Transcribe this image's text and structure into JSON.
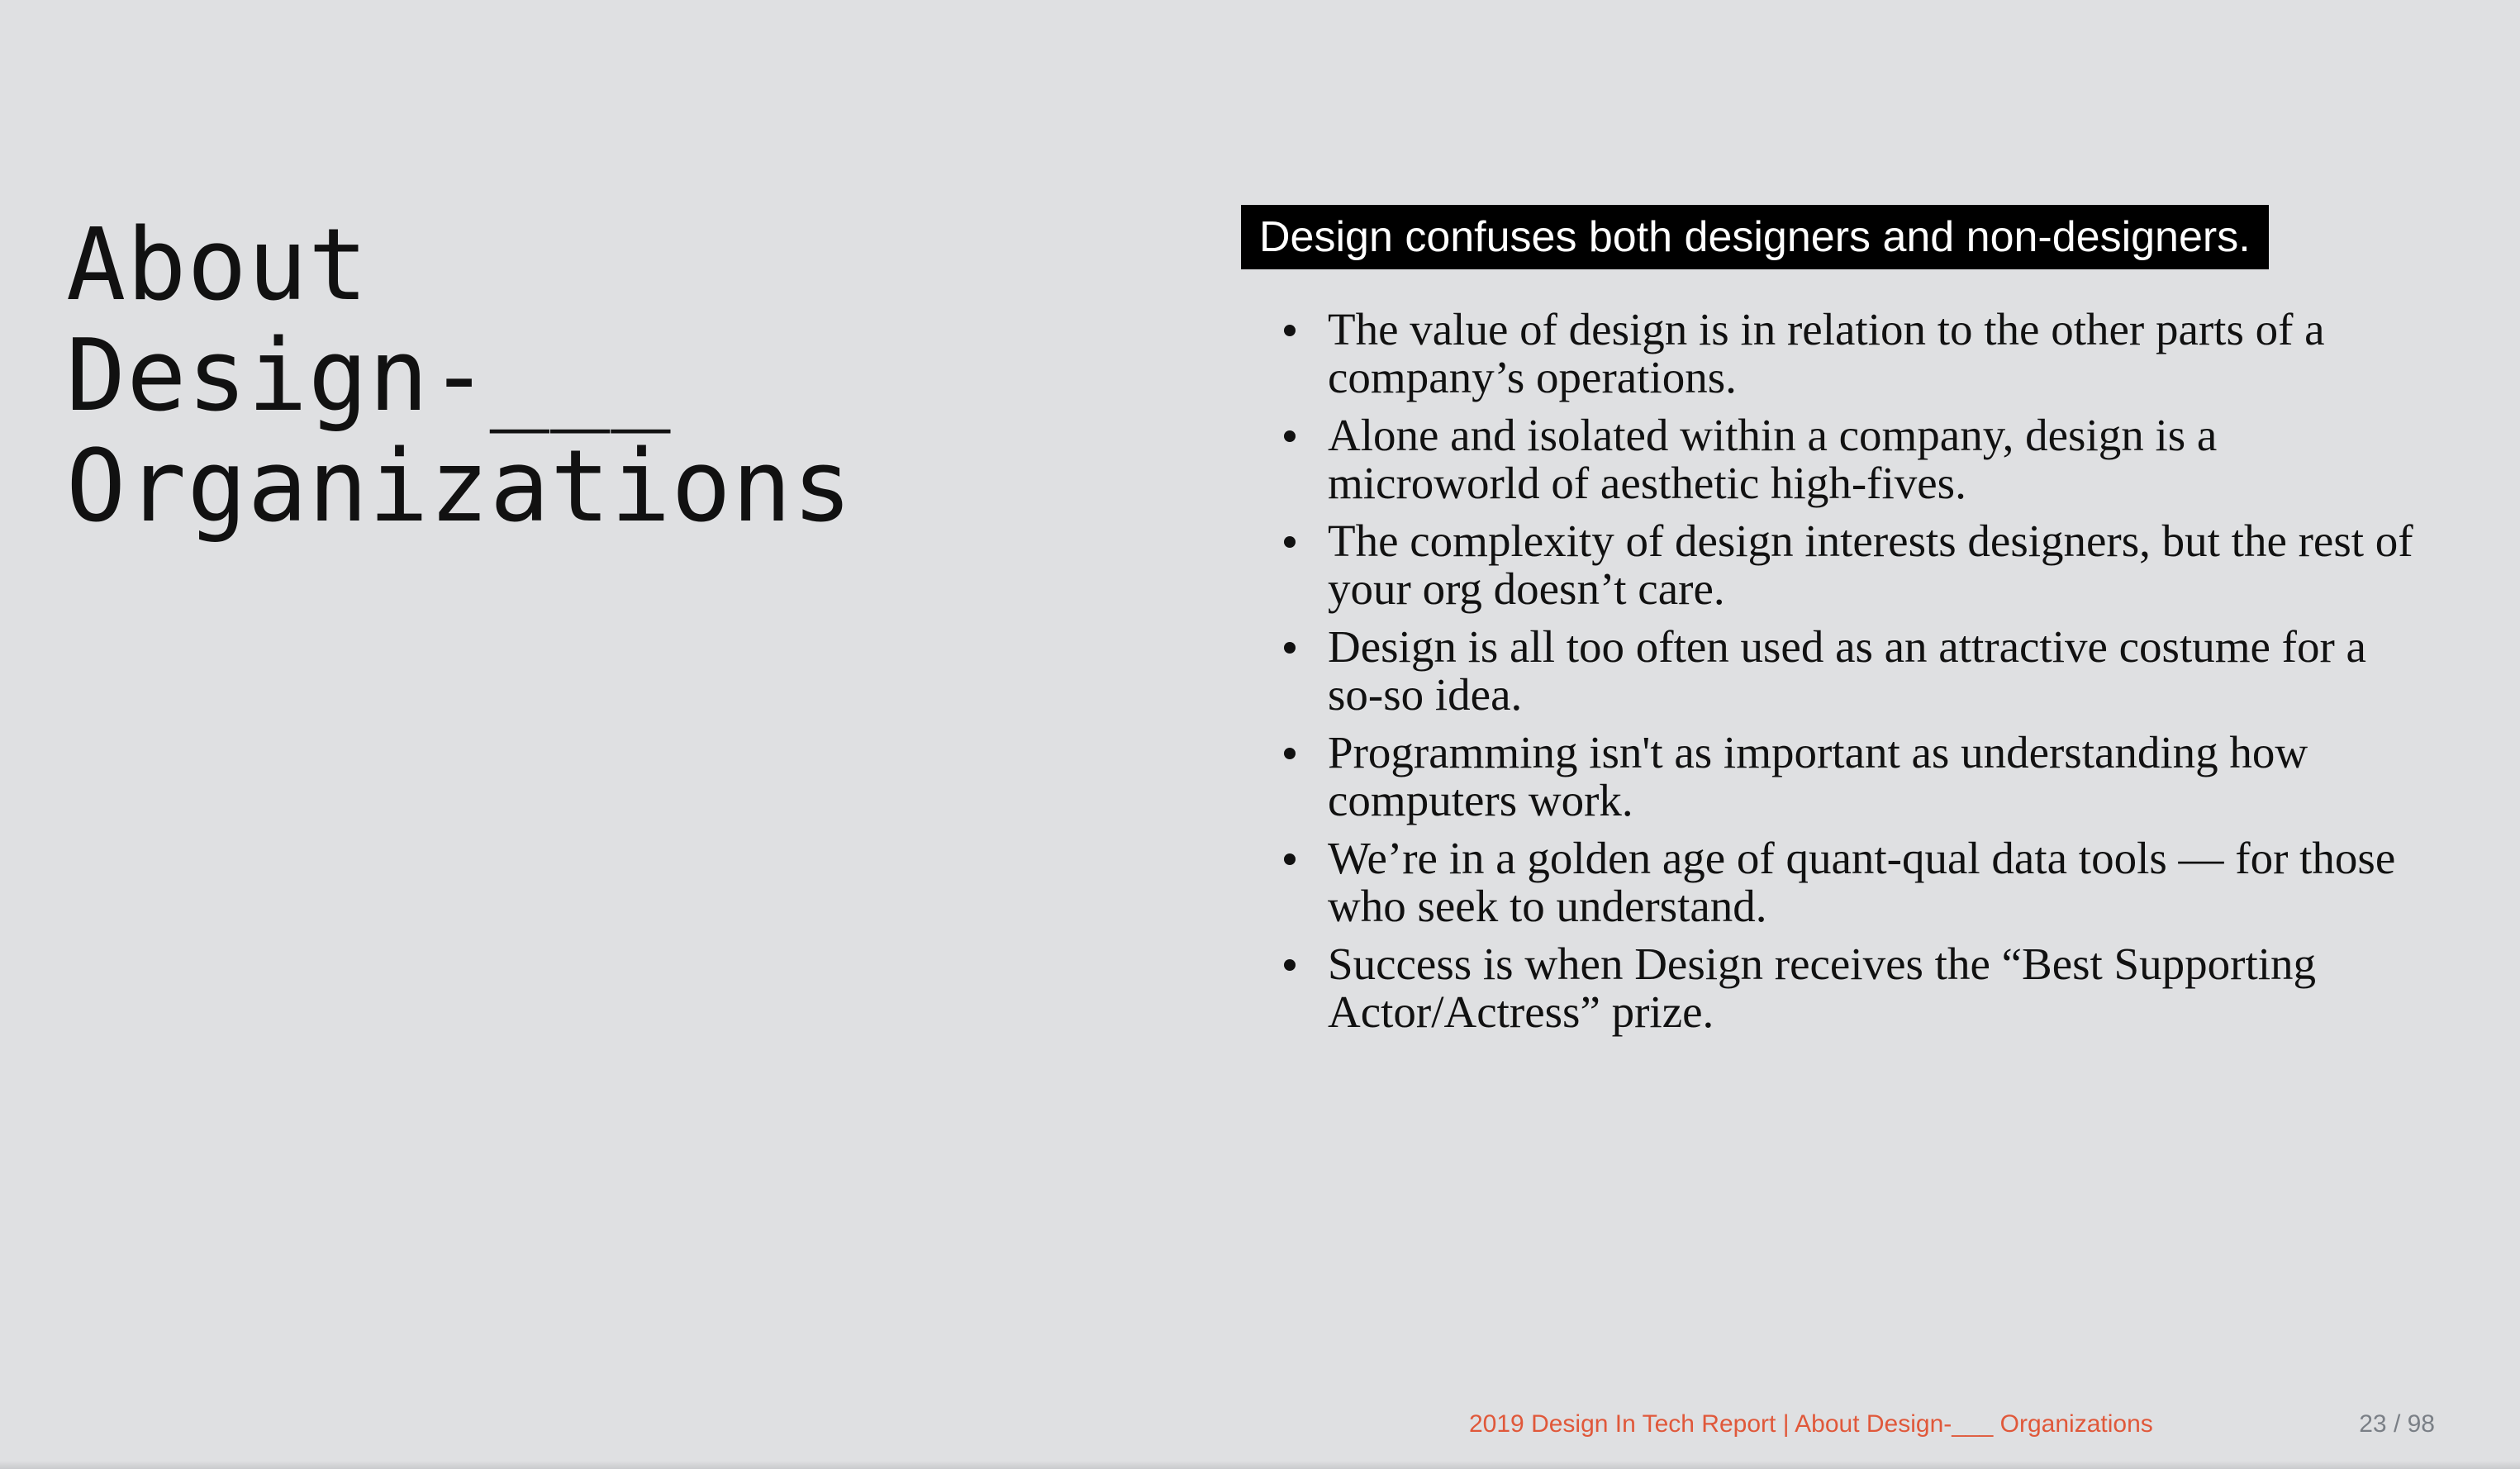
{
  "slide": {
    "title_lines": [
      "About",
      "Design-___",
      "Organizations"
    ],
    "headline": "Design confuses both designers and non-designers.",
    "bullets": [
      "The value of design is in relation to the other parts of a company’s operations.",
      "Alone and isolated within a company, design is a microworld of aesthetic high-fives.",
      "The complexity of design interests designers, but the rest of your org doesn’t care.",
      "Design is all too often used as an attractive costume for a so-so idea.",
      "Programming isn't as important as understanding how computers work.",
      "We’re in a golden age of quant-qual data tools — for those who seek to understand.",
      "Success is when Design receives the “Best Supporting Actor/Actress” prize."
    ]
  },
  "footer": {
    "report_title": "2019 Design In Tech Report | About Design-___ Organizations",
    "page_number": "23 / 98"
  },
  "colors": {
    "background": "#dfe0e2",
    "headline_bg": "#000000",
    "footer_accent": "#e0583a",
    "page_number": "#7a7f86"
  }
}
